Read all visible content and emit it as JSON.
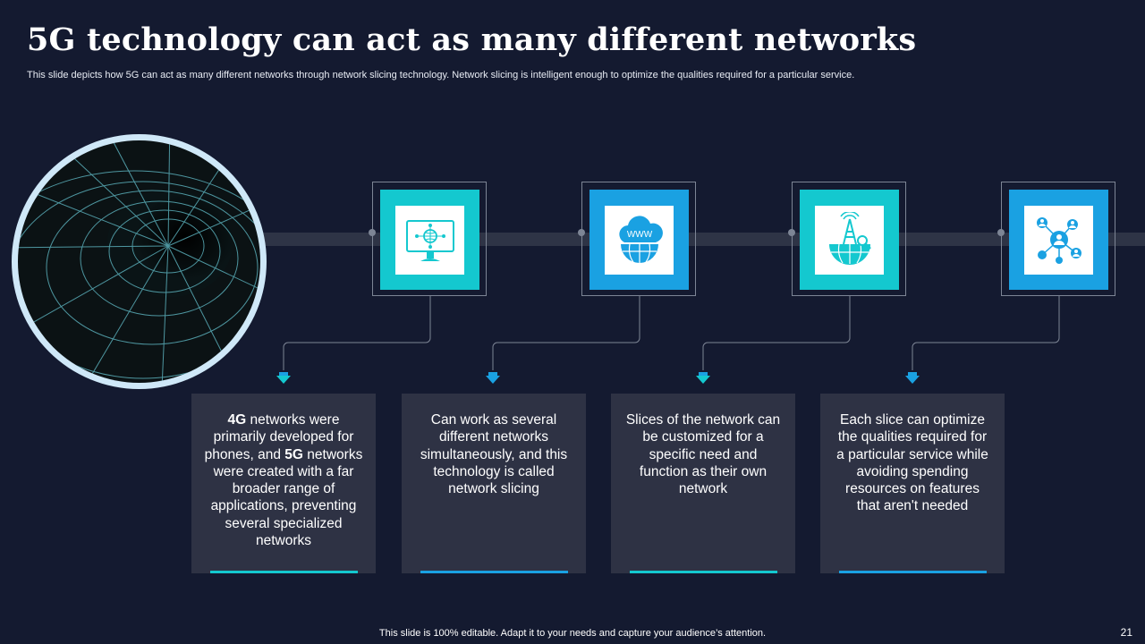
{
  "slide": {
    "title": "5G technology can act as many different networks",
    "subtitle": "This slide depicts how 5G can act as many different networks through network slicing technology. Network slicing is intelligent enough to optimize the qualities required for a particular service.",
    "footer": "This slide is 100% editable. Adapt it to your needs and capture your audience’s attention.",
    "page_number": "21"
  },
  "colors": {
    "background": "#141a30",
    "teal": "#14c8cf",
    "blue": "#1aa1e2",
    "card": "#2e3244"
  },
  "tiles": [
    {
      "icon": "monitor-global-icon",
      "color": "#14c8cf"
    },
    {
      "icon": "www-cloud-globe-icon",
      "color": "#1aa1e2"
    },
    {
      "icon": "tower-globe-icon",
      "color": "#14c8cf"
    },
    {
      "icon": "network-users-icon",
      "color": "#1aa1e2"
    }
  ],
  "www_label": "WWW",
  "cards": [
    {
      "p1_bold": "4G",
      "p1": " networks were primarily developed for phones, and ",
      "p2_bold": "5G",
      "p2": " networks were created with a far broader range of applications, preventing several specialized networks"
    },
    {
      "text": "Can work as several different networks simultaneously,  and this technology  is called network slicing"
    },
    {
      "text": "Slices of the network can be customized for a specific need and function  as their own network"
    },
    {
      "text": "Each slice can optimize the qualities required for a particular service while avoiding spending resources on features that aren't needed"
    }
  ]
}
